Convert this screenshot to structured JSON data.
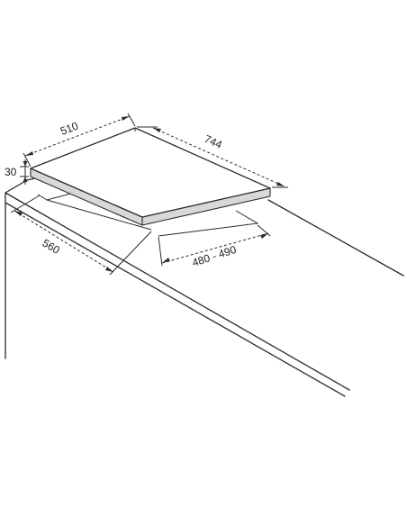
{
  "dimensions": {
    "hob_depth": "510",
    "hob_width": "744",
    "hob_height": "30",
    "cutout_depth": "480 - 490",
    "cutout_width": "560"
  },
  "colors": {
    "line": "#2a2a2a",
    "hob_edge_fill": "#d8d8d8",
    "background": "#ffffff"
  }
}
